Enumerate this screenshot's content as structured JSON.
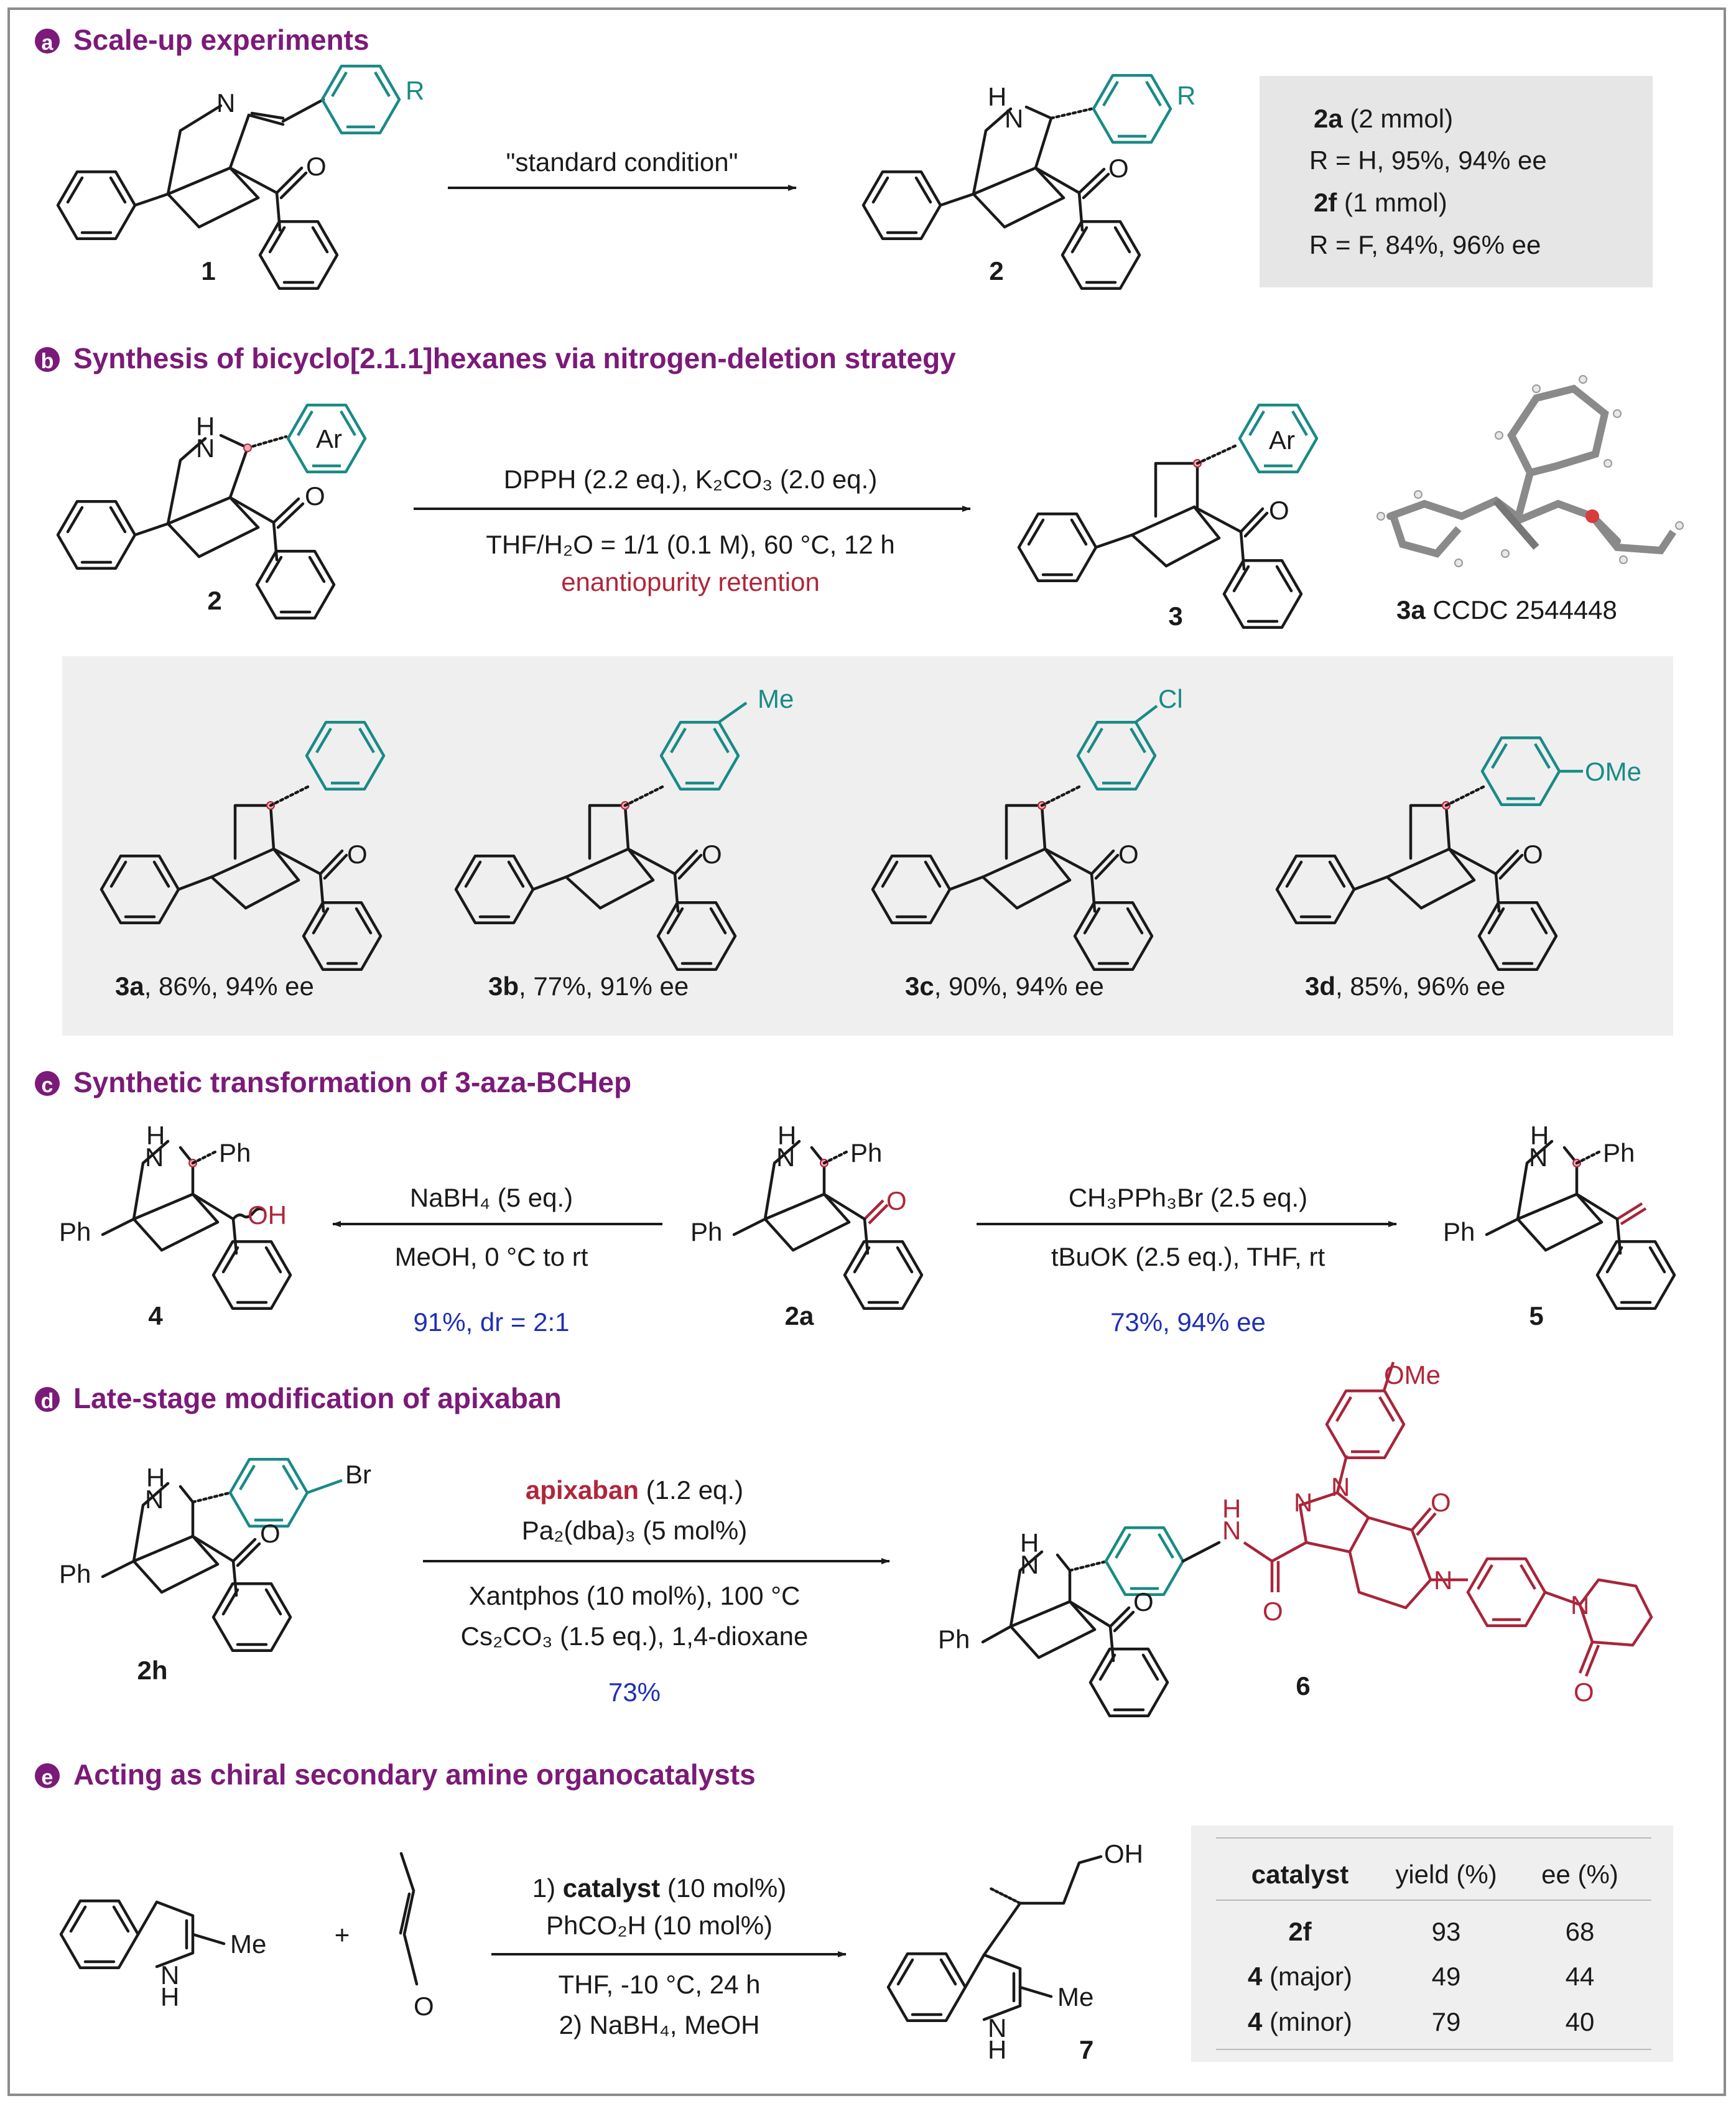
{
  "sections": {
    "a": {
      "letter": "a",
      "title": "Scale-up experiments",
      "condition": "\"standard condition\"",
      "sm_label": "1",
      "prod_label": "2",
      "box": {
        "l1_bold": "2a",
        "l1_rest": " (2 mmol)",
        "l2": "R = H, 95%, 94% ee",
        "l3_bold": "2f",
        "l3_rest": " (1 mmol)",
        "l4": "R = F, 84%, 96% ee"
      },
      "R": "R"
    },
    "b": {
      "letter": "b",
      "title": "Synthesis of bicyclo[2.1.1]hexanes via nitrogen-deletion strategy",
      "cond1": "DPPH (2.2 eq.), K₂CO₃ (2.0 eq.)",
      "cond2": "THF/H₂O = 1/1 (0.1 M), 60 °C, 12 h",
      "cond3": "enantiopurity retention",
      "sm_label": "2",
      "prod_label": "3",
      "ar": "Ar",
      "xray_bold": "3a",
      "xray_rest": " CCDC 2544448",
      "products": [
        {
          "bold": "3a",
          "rest": ", 86%, 94% ee",
          "sub": ""
        },
        {
          "bold": "3b",
          "rest": ", 77%, 91% ee",
          "sub": "Me"
        },
        {
          "bold": "3c",
          "rest": ", 90%, 94% ee",
          "sub": "Cl"
        },
        {
          "bold": "3d",
          "rest": ", 85%, 96% ee",
          "sub": "OMe"
        }
      ]
    },
    "c": {
      "letter": "c",
      "title": "Synthetic transformation of 3-aza-BCHep",
      "left1": "NaBH₄ (5 eq.)",
      "left2": "MeOH, 0 °C to rt",
      "left3": "91%, dr = 2:1",
      "right1": "CH₃PPh₃Br (2.5 eq.)",
      "right2": "tBuOK (2.5 eq.), THF, rt",
      "right3": "73%, 94% ee",
      "l4": "4",
      "l2a": "2a",
      "l5": "5",
      "ph": "Ph",
      "oh": "OH",
      "o": "O"
    },
    "d": {
      "letter": "d",
      "title": "Late-stage modification of apixaban",
      "c1_bold": "apixaban",
      "c1_rest": " (1.2 eq.)",
      "c2": "Pa₂(dba)₃ (5 mol%)",
      "c3": "Xantphos (10 mol%), 100 °C",
      "c4": "Cs₂CO₃ (1.5 eq.), 1,4-dioxane",
      "c5": "73%",
      "sm_label": "2h",
      "prod_label": "6",
      "br": "Br",
      "ome": "OMe"
    },
    "e": {
      "letter": "e",
      "title": "Acting as chiral secondary amine organocatalysts",
      "c1_bold": "catalyst",
      "c1_pre": "1) ",
      "c1_rest": " (10 mol%)",
      "c2": "PhCO₂H (10 mol%)",
      "c3": "THF, -10 °C, 24 h",
      "c4": "2) NaBH₄, MeOH",
      "plus": "+",
      "prod_label": "7",
      "me": "Me",
      "oh": "OH",
      "o": "O",
      "nh": "N",
      "h": "H",
      "table": {
        "headers": [
          "catalyst",
          "yield (%)",
          "ee (%)"
        ],
        "rows": [
          {
            "cat_bold": "2f",
            "cat_rest": "",
            "yield": "93",
            "ee": "68"
          },
          {
            "cat_bold": "4",
            "cat_rest": " (major)",
            "yield": "49",
            "ee": "44"
          },
          {
            "cat_bold": "4",
            "cat_rest": " (minor)",
            "yield": "79",
            "ee": "40"
          }
        ]
      }
    }
  },
  "colors": {
    "title": "#7b1a78",
    "teal": "#1a8a86",
    "red": "#b0263a",
    "blue": "#1f2fb5",
    "panel": "#efefef"
  }
}
